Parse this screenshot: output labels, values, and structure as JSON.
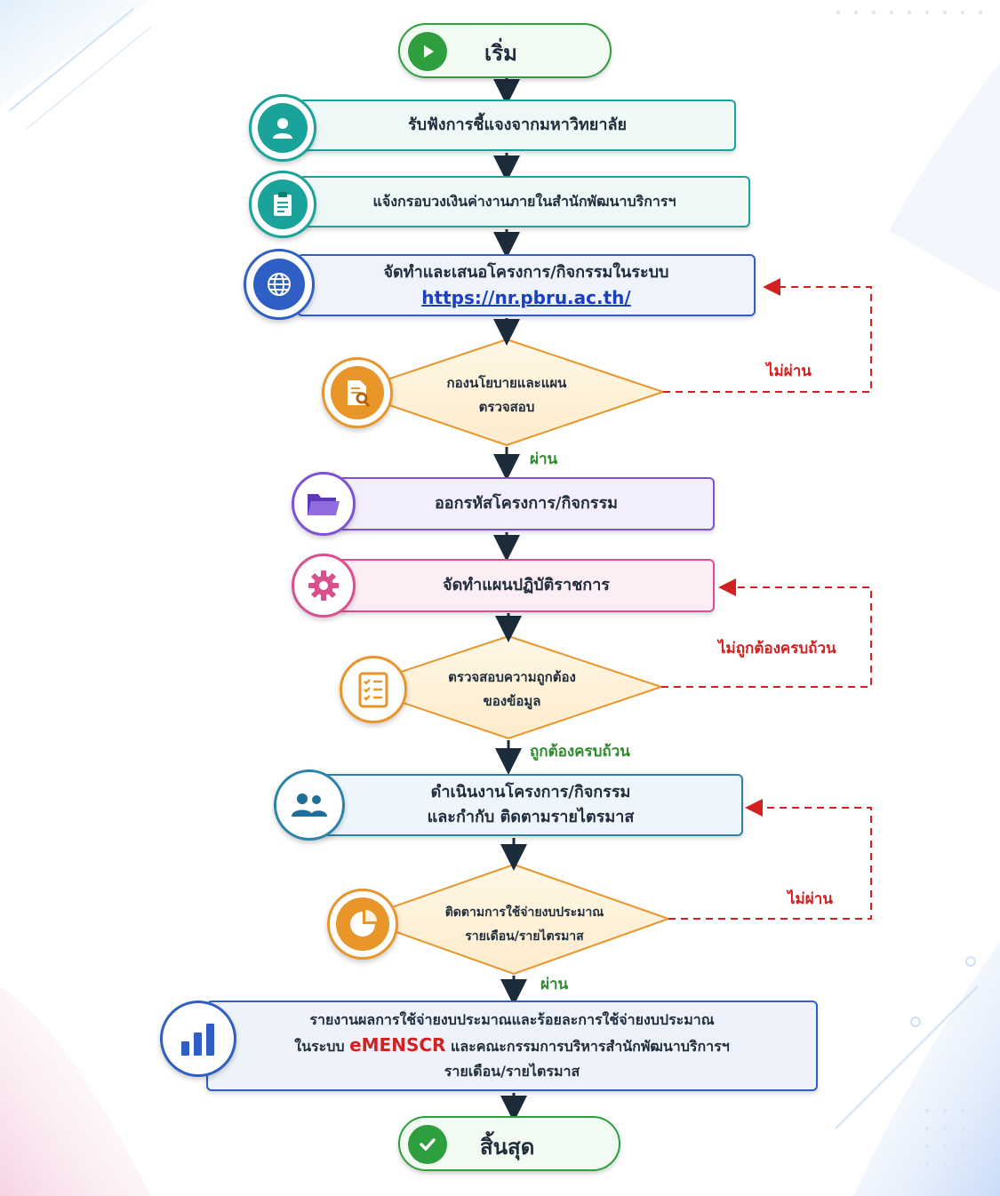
{
  "start": {
    "label": "เริ่ม",
    "icon": "play-icon"
  },
  "steps": {
    "s1": {
      "text": "รับฟังการชี้แจงจากมหาวิทยาลัย",
      "icon": "user-icon"
    },
    "s2": {
      "text": "แจ้งกรอบวงเงินค่างานภายในสำนักพัฒนาบริการฯ",
      "icon": "clipboard-icon"
    },
    "s3": {
      "line1": "จัดทำและเสนอโครงการ/กิจกรรมในระบบ",
      "link": "https://nr.pbru.ac.th/",
      "icon": "globe-icon"
    },
    "s4": {
      "text": "ออกรหัสโครงการ/กิจกรรม",
      "icon": "folder-icon"
    },
    "s5": {
      "text": "จัดทำแผนปฏิบัติราชการ",
      "icon": "gear-icon"
    },
    "s6": {
      "line1": "ดำเนินงานโครงการ/กิจกรรม",
      "line2": "และกำกับ ติดตามรายไตรมาส",
      "icon": "team-icon"
    },
    "s7": {
      "line1": "รายงานผลการใช้จ่ายงบประมาณและร้อยละการใช้จ่ายงบประมาณ",
      "line2_pre": "ในระบบ ",
      "line2_brand": "eMENSCR",
      "line2_post": " และคณะกรรมการบริหารสำนักพัฒนาบริการฯ",
      "line3": "รายเดือน/รายไตรมาส",
      "icon": "bar-chart-icon"
    }
  },
  "decisions": {
    "d1": {
      "line1": "กองนโยบายและแผน",
      "line2": "ตรวจสอบ",
      "icon": "document-search-icon"
    },
    "d2": {
      "line1": "ตรวจสอบความถูกต้อง",
      "line2": "ของข้อมูล",
      "icon": "checklist-icon"
    },
    "d3": {
      "line1": "ติดตามการใช้จ่ายงบประมาณ",
      "line2": "รายเดือน/รายไตรมาส",
      "icon": "pie-chart-icon"
    }
  },
  "edges": {
    "d1_yes": "ผ่าน",
    "d1_no": "ไม่ผ่าน",
    "d2_yes": "ถูกต้องครบถ้วน",
    "d2_no": "ไม่ถูกต้องครบถ้วน",
    "d3_yes": "ผ่าน",
    "d3_no": "ไม่ผ่าน"
  },
  "end": {
    "label": "สิ้นสุด",
    "icon": "check-icon"
  },
  "colors": {
    "green": "#2e9e3f",
    "teal": "#1aa39a",
    "blue": "#2f5fc4",
    "orange": "#e8952a",
    "purple": "#7d52d6",
    "pink": "#d9508f",
    "red": "#d32020",
    "navy": "#1c2b3a"
  }
}
